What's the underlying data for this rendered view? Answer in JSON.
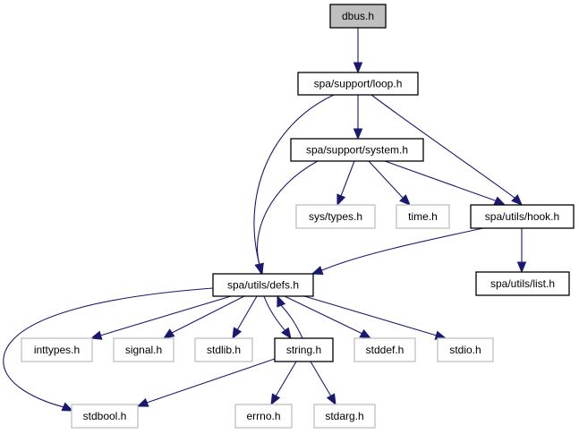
{
  "diagram": {
    "type": "include-dependency-graph",
    "colors": {
      "edge": "#191970",
      "root_fill": "#bfbfbf",
      "root_border": "#000000",
      "documented_border": "#000000",
      "external_border": "#bfbfbf",
      "node_fill": "#ffffff"
    },
    "nodes": [
      {
        "id": "dbus",
        "label": "dbus.h",
        "kind": "root"
      },
      {
        "id": "loop",
        "label": "spa/support/loop.h",
        "kind": "documented"
      },
      {
        "id": "system",
        "label": "spa/support/system.h",
        "kind": "documented"
      },
      {
        "id": "systypes",
        "label": "sys/types.h",
        "kind": "external"
      },
      {
        "id": "time",
        "label": "time.h",
        "kind": "external"
      },
      {
        "id": "hook",
        "label": "spa/utils/hook.h",
        "kind": "documented"
      },
      {
        "id": "defs",
        "label": "spa/utils/defs.h",
        "kind": "documented"
      },
      {
        "id": "list",
        "label": "spa/utils/list.h",
        "kind": "documented"
      },
      {
        "id": "inttypes",
        "label": "inttypes.h",
        "kind": "external"
      },
      {
        "id": "signal",
        "label": "signal.h",
        "kind": "external"
      },
      {
        "id": "stdlib",
        "label": "stdlib.h",
        "kind": "external"
      },
      {
        "id": "string",
        "label": "string.h",
        "kind": "documented"
      },
      {
        "id": "stddef",
        "label": "stddef.h",
        "kind": "external"
      },
      {
        "id": "stdio",
        "label": "stdio.h",
        "kind": "external"
      },
      {
        "id": "stdbool",
        "label": "stdbool.h",
        "kind": "external"
      },
      {
        "id": "errno",
        "label": "errno.h",
        "kind": "external"
      },
      {
        "id": "stdarg",
        "label": "stdarg.h",
        "kind": "external"
      }
    ],
    "edges": [
      {
        "from": "dbus",
        "to": "loop"
      },
      {
        "from": "loop",
        "to": "system"
      },
      {
        "from": "loop",
        "to": "defs"
      },
      {
        "from": "loop",
        "to": "hook"
      },
      {
        "from": "system",
        "to": "defs"
      },
      {
        "from": "system",
        "to": "systypes"
      },
      {
        "from": "system",
        "to": "time"
      },
      {
        "from": "system",
        "to": "hook"
      },
      {
        "from": "hook",
        "to": "defs"
      },
      {
        "from": "hook",
        "to": "list"
      },
      {
        "from": "defs",
        "to": "inttypes"
      },
      {
        "from": "defs",
        "to": "signal"
      },
      {
        "from": "defs",
        "to": "stdlib"
      },
      {
        "from": "defs",
        "to": "string"
      },
      {
        "from": "defs",
        "to": "stddef"
      },
      {
        "from": "defs",
        "to": "stdio"
      },
      {
        "from": "defs",
        "to": "stdbool"
      },
      {
        "from": "string",
        "to": "defs"
      },
      {
        "from": "string",
        "to": "stdbool"
      },
      {
        "from": "string",
        "to": "errno"
      },
      {
        "from": "string",
        "to": "stdarg"
      }
    ]
  }
}
